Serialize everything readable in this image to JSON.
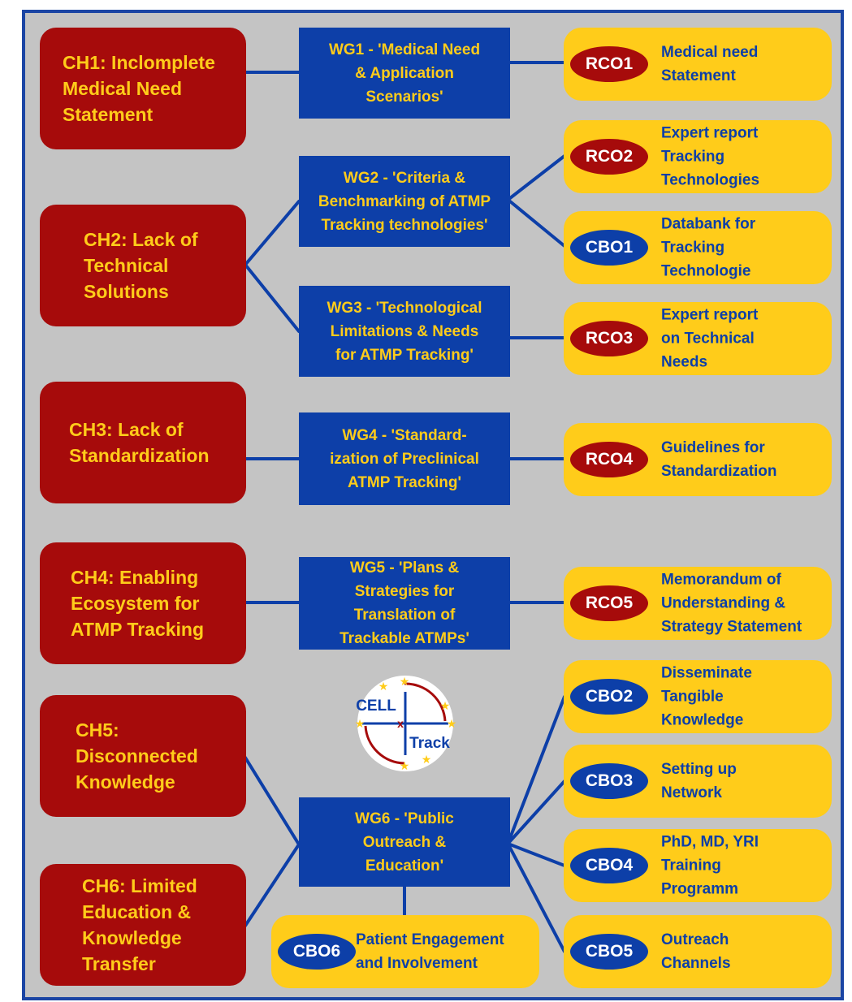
{
  "challenges": [
    {
      "id": "ch1",
      "label": "CH1: Inclomplete\nMedical Need\nStatement"
    },
    {
      "id": "ch2",
      "label": "CH2: Lack of\nTechnical\nSolutions"
    },
    {
      "id": "ch3",
      "label": "CH3: Lack of\nStandardization"
    },
    {
      "id": "ch4",
      "label": "CH4: Enabling\nEcosystem for\nATMP Tracking"
    },
    {
      "id": "ch5",
      "label": "CH5:\nDisconnected\nKnowledge"
    },
    {
      "id": "ch6",
      "label": "CH6: Limited\nEducation &\nKnowledge\nTransfer"
    }
  ],
  "working_groups": [
    {
      "id": "wg1",
      "label": "WG1  - 'Medical Need\n& Application\nScenarios'"
    },
    {
      "id": "wg2",
      "label": "WG2  - 'Criteria &\nBenchmarking of ATMP\nTracking technologies'"
    },
    {
      "id": "wg3",
      "label": "WG3  - 'Technological\nLimitations & Needs\nfor ATMP Tracking'"
    },
    {
      "id": "wg4",
      "label": "WG4  - 'Standard-\nization of Preclinical\nATMP Tracking'"
    },
    {
      "id": "wg5",
      "label": "WG5  - 'Plans &\nStrategies for\nTranslation of\nTrackable ATMPs'"
    },
    {
      "id": "wg6",
      "label": "WG6  - 'Public\nOutreach &\nEducation'"
    }
  ],
  "outputs": [
    {
      "id": "rco1",
      "code": "RCO1",
      "kind": "rco",
      "label": "Medical need\nStatement"
    },
    {
      "id": "rco2",
      "code": "RCO2",
      "kind": "rco",
      "label": "Expert report\nTracking\nTechnologies"
    },
    {
      "id": "cbo1",
      "code": "CBO1",
      "kind": "cbo",
      "label": "Databank for\nTracking\nTechnologie"
    },
    {
      "id": "rco3",
      "code": "RCO3",
      "kind": "rco",
      "label": "Expert report\non Technical\nNeeds"
    },
    {
      "id": "rco4",
      "code": "RCO4",
      "kind": "rco",
      "label": "Guidelines for\nStandardization"
    },
    {
      "id": "rco5",
      "code": "RCO5",
      "kind": "rco",
      "label": "Memorandum of\nUnderstanding &\nStrategy Statement"
    },
    {
      "id": "cbo2",
      "code": "CBO2",
      "kind": "cbo",
      "label": "Disseminate\nTangible\nKnowledge"
    },
    {
      "id": "cbo3",
      "code": "CBO3",
      "kind": "cbo",
      "label": "Setting up\nNetwork"
    },
    {
      "id": "cbo4",
      "code": "CBO4",
      "kind": "cbo",
      "label": "PhD, MD, YRI\nTraining\nProgramm"
    },
    {
      "id": "cbo5",
      "code": "CBO5",
      "kind": "cbo",
      "label": "Outreach\nChannels"
    },
    {
      "id": "cbo6",
      "code": "CBO6",
      "kind": "cbo",
      "label": "Patient Engagement\nand Involvement"
    }
  ],
  "logo": {
    "word_top": "CELL",
    "word_bottom": "Track"
  },
  "colors": {
    "challenge_fill": "#a60b0b",
    "challenge_text": "#ffcc1a",
    "working_group_fill": "#0d3fa8",
    "output_fill": "#ffcc1a",
    "output_text": "#0d3fa8",
    "rco_badge": "#a60b0b",
    "cbo_badge": "#0d3fa8",
    "connector": "#0d3fa8",
    "background": "#c4c4c4"
  }
}
